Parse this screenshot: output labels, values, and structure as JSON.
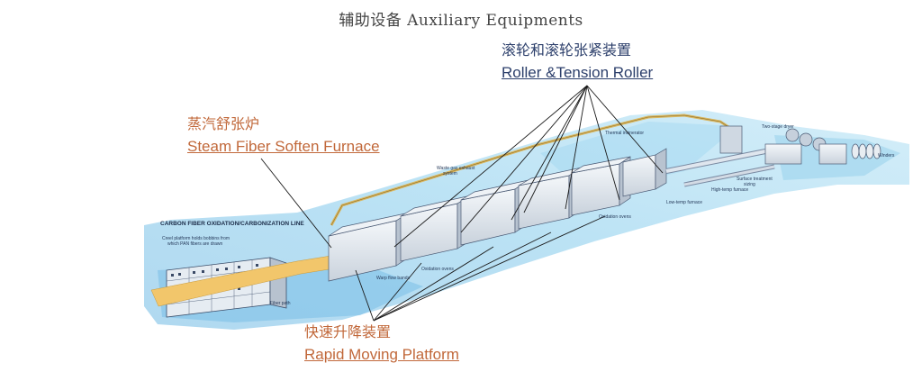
{
  "header": {
    "title": "辅助设备 Auxiliary Equipments"
  },
  "callouts": {
    "roller": {
      "cn": "滚轮和滚轮张紧装置",
      "en": "Roller &Tension Roller"
    },
    "furnace": {
      "cn": "蒸汽舒张炉",
      "en": "Steam Fiber Soften Furnace"
    },
    "platform": {
      "cn": "快速升降装置",
      "en": "Rapid Moving Platform"
    }
  },
  "diagram_labels": {
    "line_title": "CARBON FIBER OXIDATION/CARBONIZATION LINE",
    "creel_note_1": "Creel platform holds bobbins from",
    "creel_note_2": "which PAN fibers are drawn",
    "fiber_path": "Fiber path",
    "warp_flow": "Warp flow bands",
    "oxidation_ovens_lower": "Oxidation ovens",
    "oxidation_ovens_upper": "Oxidation ovens",
    "waste_gas_1": "Waste gas exhaust",
    "waste_gas_2": "system",
    "thermal_incinerator": "Thermal incinerator",
    "low_temp_furnace": "Low-temp furnace",
    "high_temp_furnace": "High-temp furnace",
    "surface_treatment_1": "Surface treatment",
    "surface_treatment_2": "sizing",
    "two_stage_dryer": "Two-stage dryer",
    "winders": "Winders"
  },
  "colors": {
    "title_text": "#444444",
    "blue_label": "#2c3f6b",
    "orange_label": "#c1683a",
    "watercolor": "#7fc3e6",
    "fiber_band": "#f2c66b",
    "leader_line": "#1a1a1a"
  }
}
